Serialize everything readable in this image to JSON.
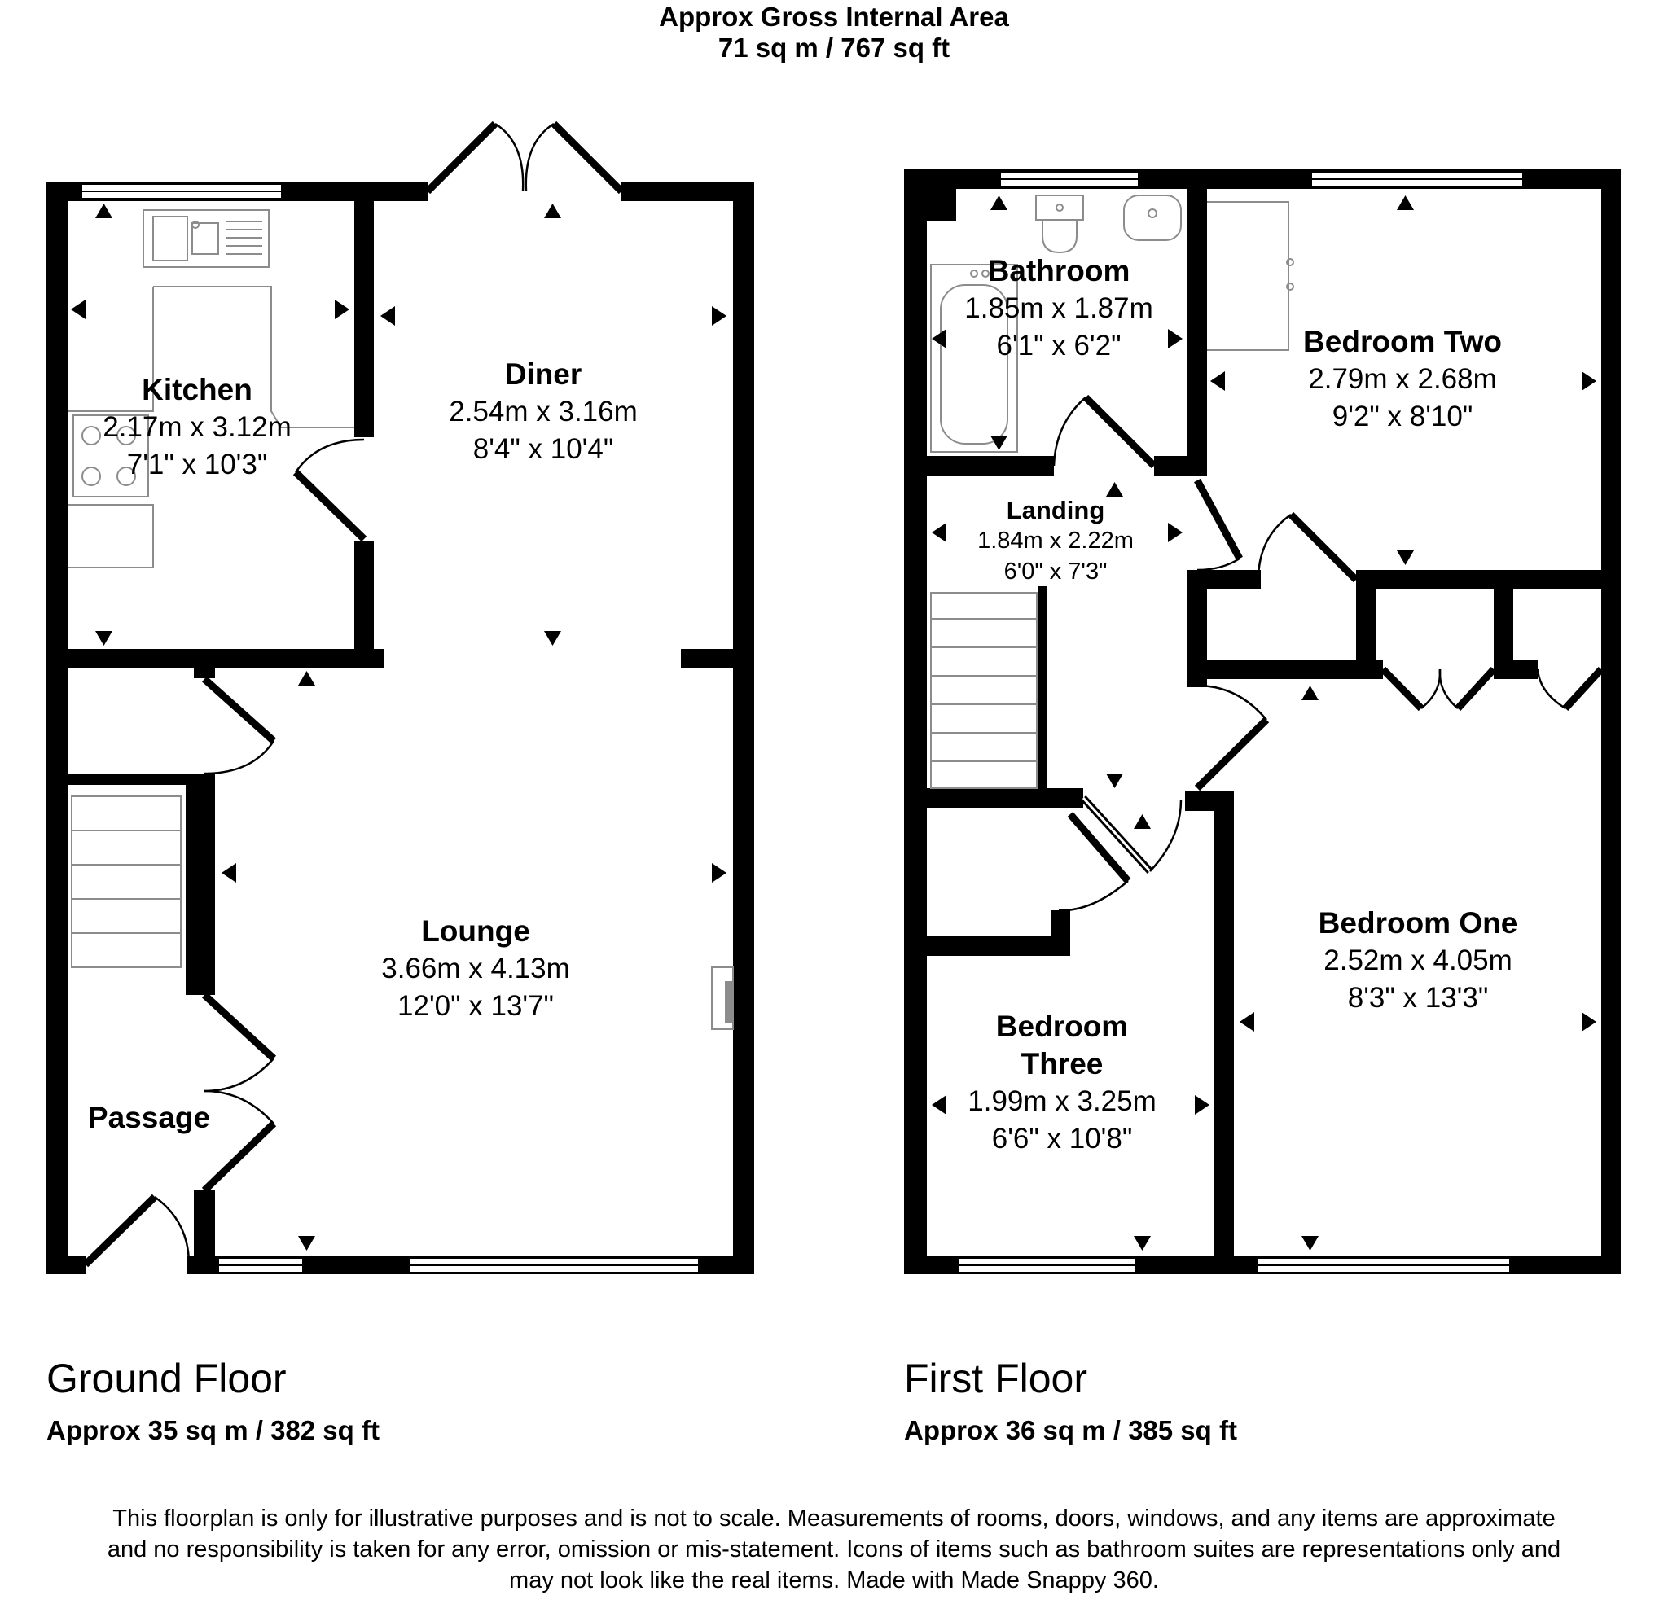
{
  "header": {
    "line1": "Approx Gross Internal Area",
    "line2": "71 sq m / 767 sq ft"
  },
  "ground_floor": {
    "title": "Ground Floor",
    "area": "Approx 35 sq m / 382 sq ft",
    "rooms": {
      "kitchen": {
        "name": "Kitchen",
        "metric": "2.17m x 3.12m",
        "imperial": "7'1\" x 10'3\""
      },
      "diner": {
        "name": "Diner",
        "metric": "2.54m x 3.16m",
        "imperial": "8'4\" x 10'4\""
      },
      "lounge": {
        "name": "Lounge",
        "metric": "3.66m x 4.13m",
        "imperial": "12'0\" x 13'7\""
      },
      "passage": {
        "name": "Passage"
      }
    }
  },
  "first_floor": {
    "title": "First Floor",
    "area": "Approx 36 sq m / 385 sq ft",
    "rooms": {
      "bathroom": {
        "name": "Bathroom",
        "metric": "1.85m x 1.87m",
        "imperial": "6'1\" x 6'2\""
      },
      "bedroom_two": {
        "name": "Bedroom Two",
        "metric": "2.79m x 2.68m",
        "imperial": "9'2\" x 8'10\""
      },
      "landing": {
        "name": "Landing",
        "metric": "1.84m x 2.22m",
        "imperial": "6'0\" x 7'3\""
      },
      "bedroom_one": {
        "name": "Bedroom One",
        "metric": "2.52m x 4.05m",
        "imperial": "8'3\" x 13'3\""
      },
      "bedroom_three": {
        "name_line1": "Bedroom",
        "name_line2": "Three",
        "metric": "1.99m x 3.25m",
        "imperial": "6'6\" x 10'8\""
      }
    }
  },
  "disclaimer": {
    "line1": "This floorplan is only for illustrative purposes and is not to scale. Measurements of rooms, doors, windows, and any items are approximate",
    "line2": "and no responsibility is taken for any error, omission or mis-statement. Icons of items such as bathroom suites are representations only and",
    "line3": "may not look like the real items. Made with Made Snappy 360."
  },
  "colors": {
    "wall": "#000000",
    "fixture": "#8c8c8c",
    "background": "#ffffff"
  }
}
